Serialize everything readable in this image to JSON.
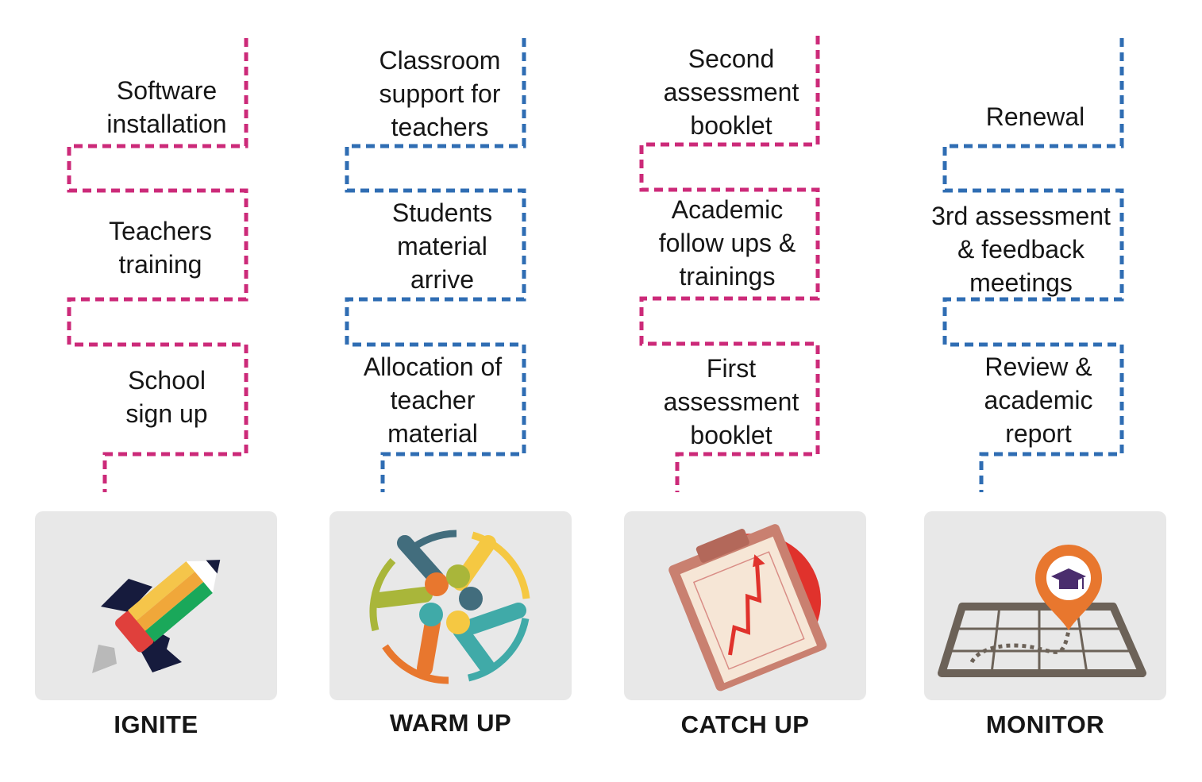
{
  "colors": {
    "pink": "#cc2a79",
    "blue": "#2f6db3"
  },
  "phases": [
    {
      "name": "IGNITE",
      "icon": "rocket-pencil-icon",
      "path_color": "#cc2a79",
      "steps": [
        "Software\ninstallation",
        "Teachers\ntraining",
        "School\nsign up"
      ]
    },
    {
      "name": "WARM UP",
      "icon": "joined-hands-circle-icon",
      "path_color": "#2f6db3",
      "steps": [
        "Classroom\nsupport for\nteachers",
        "Students\nmaterial\narrive",
        "Allocation of\nteacher\nmaterial"
      ]
    },
    {
      "name": "CATCH UP",
      "icon": "clipboard-chart-icon",
      "path_color": "#cc2a79",
      "steps": [
        "Second\nassessment\nbooklet",
        "Academic\nfollow ups &\ntrainings",
        "First\nassessment\nbooklet"
      ]
    },
    {
      "name": "MONITOR",
      "icon": "map-location-pin-icon",
      "path_color": "#2f6db3",
      "steps": [
        "Renewal",
        "3rd assessment\n& feedback\nmeetings",
        "Review &\nacademic\nreport"
      ]
    }
  ]
}
